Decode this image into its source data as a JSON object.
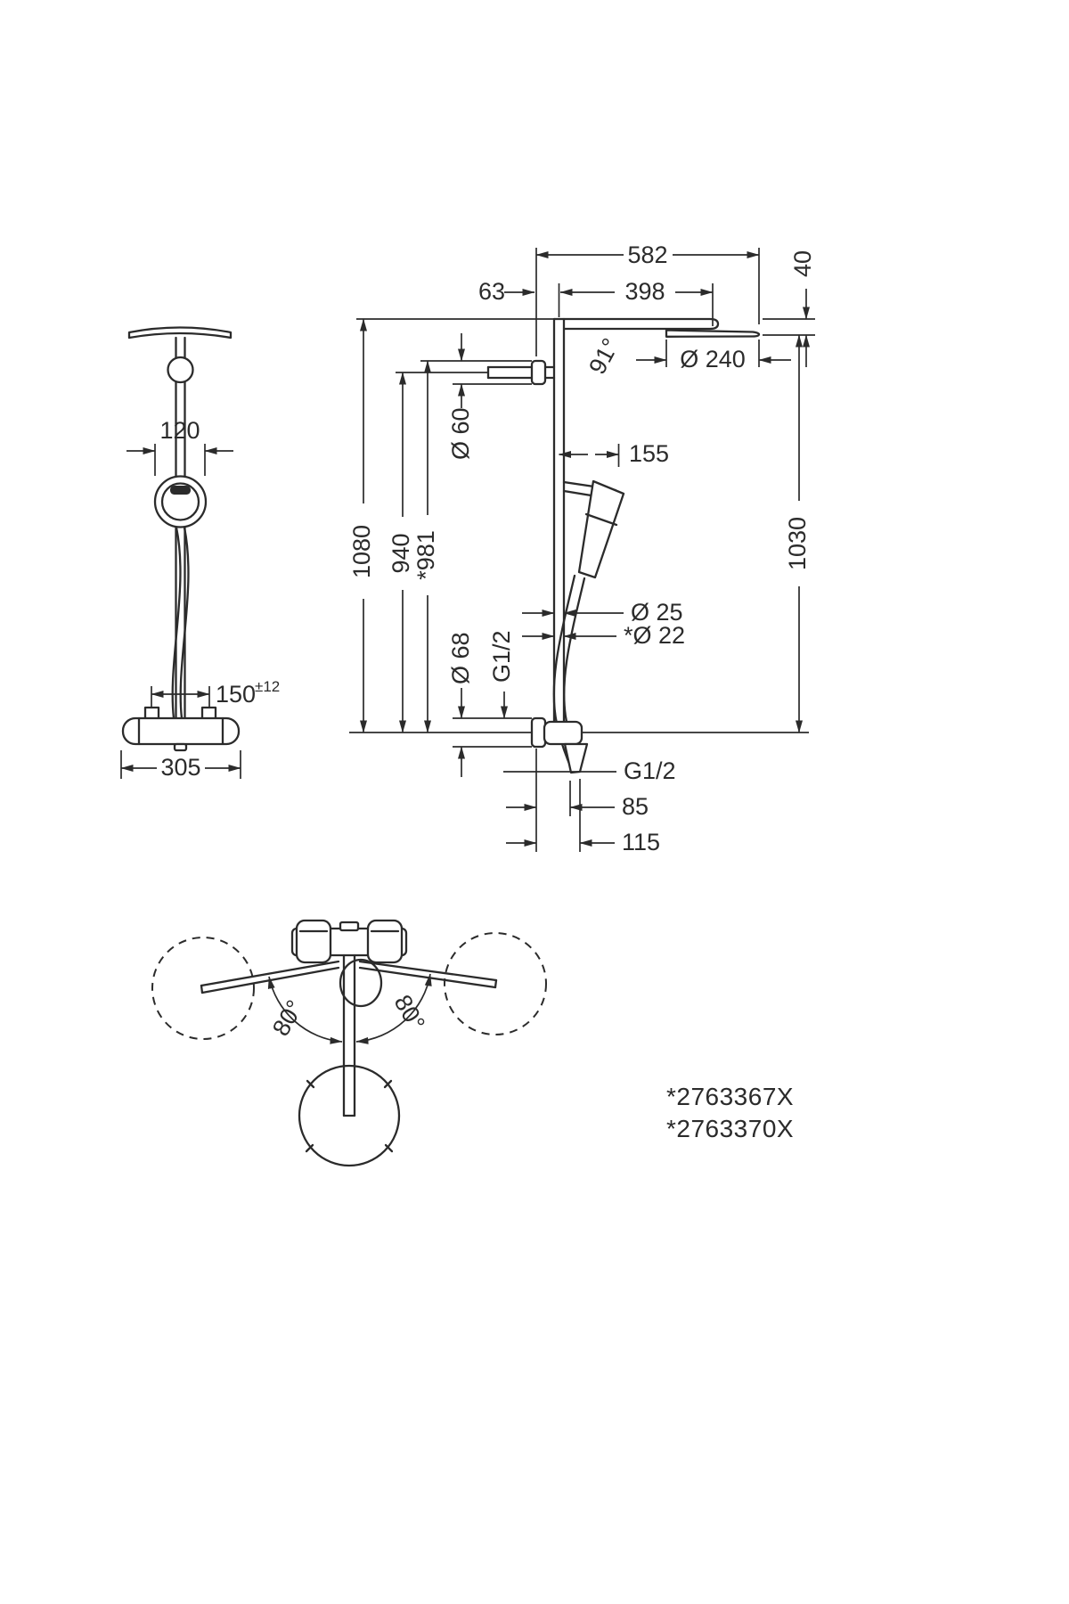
{
  "meta": {
    "background": "#ffffff",
    "ink": "#2b2b2b"
  },
  "product_codes": {
    "line1": "*2763367X",
    "line2": "*2763370X"
  },
  "front_view": {
    "handshower_width": "120",
    "supply_spacing": "150",
    "supply_tolerance": "±12",
    "valve_width": "305"
  },
  "side_view": {
    "total_projection": "582",
    "wall_to_pipe": "63",
    "arm_length": "398",
    "head_height": "40",
    "head_diameter": "Ø 240",
    "head_angle": "91°",
    "bracket_diameter": "Ø 60",
    "holder_projection": "155",
    "height_total": "1080",
    "height_to_bracket": "940",
    "height_alt": "*981",
    "height_head_underside": "1030",
    "pipe_diameter": "Ø 25",
    "pipe_diameter_alt": "*Ø 22",
    "valve_diameter": "Ø 68",
    "thread_wall": "G1/2",
    "thread_hose": "G1/2",
    "outlet_offset": "85",
    "hose_offset": "115"
  },
  "top_view": {
    "swivel_left": "80°",
    "swivel_right": "80°"
  }
}
